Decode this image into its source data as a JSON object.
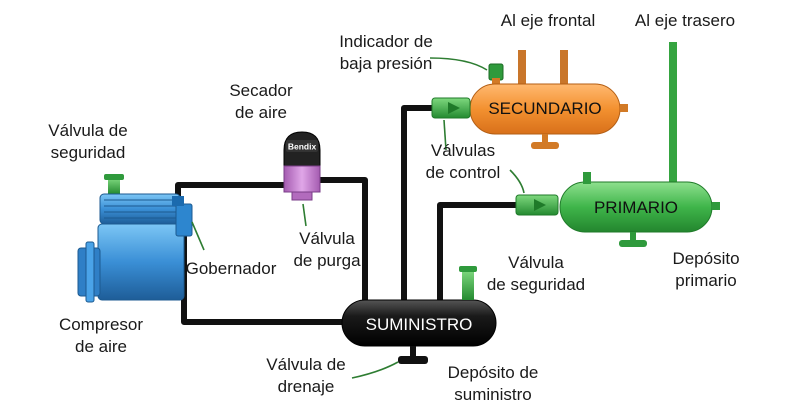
{
  "labels": {
    "valvula_seguridad_comp": [
      "Válvula de",
      "seguridad"
    ],
    "secador": [
      "Secador",
      "de aire"
    ],
    "indicador": [
      "Indicador de",
      "baja presión"
    ],
    "eje_frontal": "Al eje frontal",
    "eje_trasero": "Al eje trasero",
    "valvulas_control": [
      "Válvulas",
      "de control"
    ],
    "valvula_purga": [
      "Válvula",
      "de purga"
    ],
    "gobernador": "Gobernador",
    "compresor": [
      "Compresor",
      "de aire"
    ],
    "valvula_seguridad_sum": [
      "Válvula",
      "de seguridad"
    ],
    "deposito_primario": [
      "Depósito",
      "primario"
    ],
    "valvula_drenaje": [
      "Válvula de",
      "drenaje"
    ],
    "deposito_suministro": [
      "Depósito de",
      "suministro"
    ],
    "dryer_brand": "Bendix"
  },
  "tanks": {
    "secundario": "SECUNDARIO",
    "primario": "PRIMARIO",
    "suministro": "SUMINISTRO"
  },
  "colors": {
    "secundario": "#f39130",
    "primario": "#3fb54a",
    "suministro": "#151515",
    "compressor": "#3a8fd6",
    "dryer_top": "#2a2a2a",
    "dryer_purge": "#c77fd0",
    "valve_green": "#38a845",
    "pipe": "#111111"
  }
}
